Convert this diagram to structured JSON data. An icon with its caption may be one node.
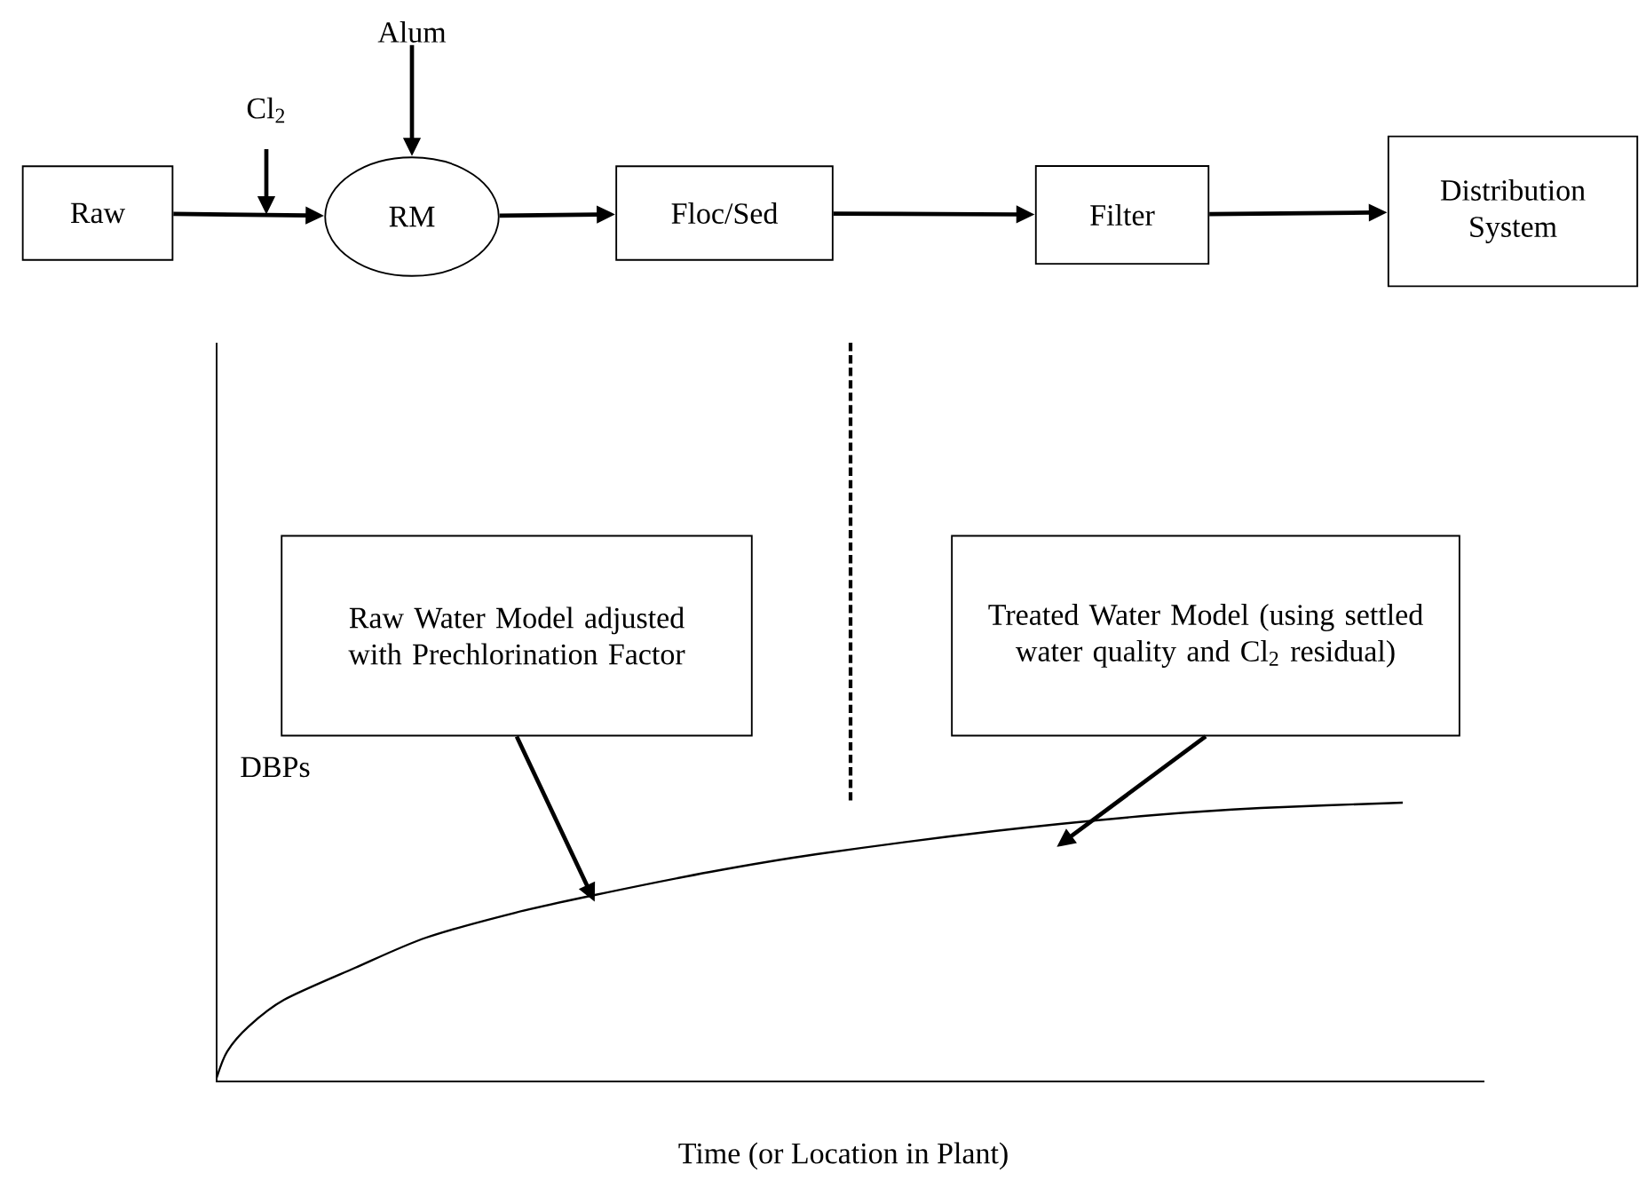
{
  "diagram": {
    "nodes": [
      {
        "text": [
          "Raw"
        ]
      },
      {
        "text": [
          "RM"
        ]
      },
      {
        "text": [
          "Floc/Sed"
        ]
      },
      {
        "text": [
          "Filter"
        ]
      },
      {
        "text": [
          "Distribution System"
        ]
      },
      {
        "text": [
          "Cl$_{2}$"
        ]
      },
      {
        "text": [
          "Alum"
        ]
      },
      {
        "text": [
          "Raw Water Model adjusted with Prechlorination Factor"
        ]
      },
      {
        "text": [
          "Treated Water Model (using settled water quality and Cl$_{2}$ residual)"
        ]
      }
    ],
    "edges": [
      {
        "from": 0,
        "to": 1,
        "arrow": "to"
      },
      {
        "from": 1,
        "to": 2,
        "arrow": "to"
      },
      {
        "from": 2,
        "to": 3,
        "arrow": "to"
      },
      {
        "from": 3,
        "to": 4,
        "arrow": "to"
      },
      {
        "from": 5,
        "to": null,
        "arrow": "to"
      },
      {
        "from": 6,
        "to": 1,
        "arrow": "to"
      },
      {
        "from": 7,
        "to": null,
        "arrow": "to"
      },
      {
        "from": 8,
        "to": null,
        "arrow": "to"
      }
    ],
    "labels": [
      "DBPs",
      "Time (or Location in Plant)"
    ]
  }
}
